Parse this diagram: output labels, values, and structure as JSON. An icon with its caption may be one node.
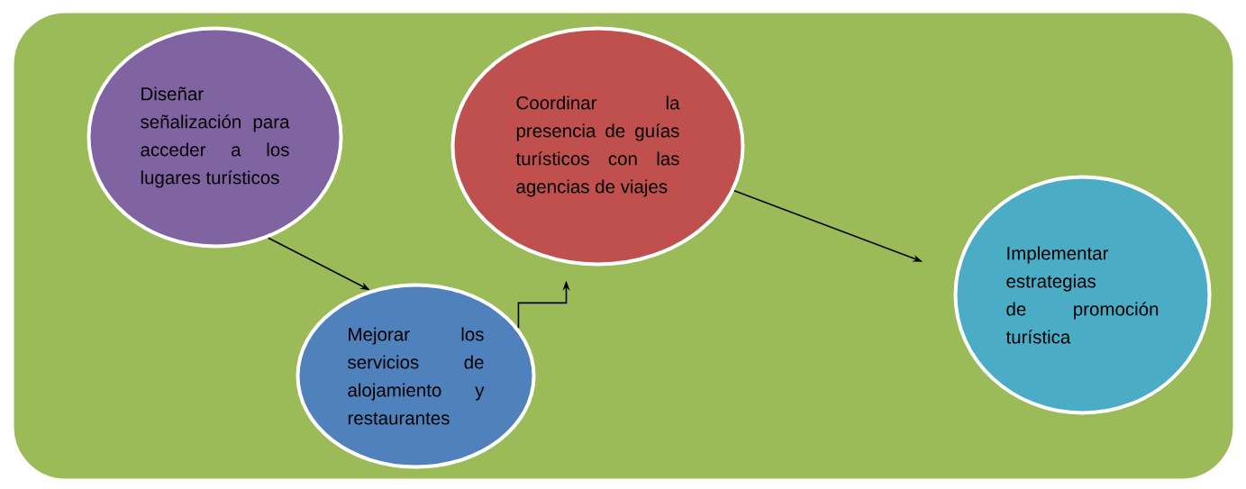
{
  "diagram": {
    "nodes": [
      {
        "text": [],
        "shape": "box"
      },
      {
        "text": [
          "Diseñar señalización para acceder a los lugares turísticos"
        ],
        "in": 0
      },
      {
        "text": [
          "Mejorar los servicios de alojamiento y restaurantes"
        ],
        "in": 0
      },
      {
        "text": [
          "Coordinar la presencia de guías turísticos con las agencias de viajes"
        ],
        "in": 0
      },
      {
        "text": [
          "Implementar estrategias de promoción turística"
        ],
        "in": 0
      }
    ],
    "edges": [
      {
        "from": 1,
        "to": 2,
        "arrow": "to"
      },
      {
        "from": 2,
        "to": 3,
        "arrow": "to"
      },
      {
        "from": 3,
        "to": 4,
        "arrow": "to"
      }
    ]
  }
}
